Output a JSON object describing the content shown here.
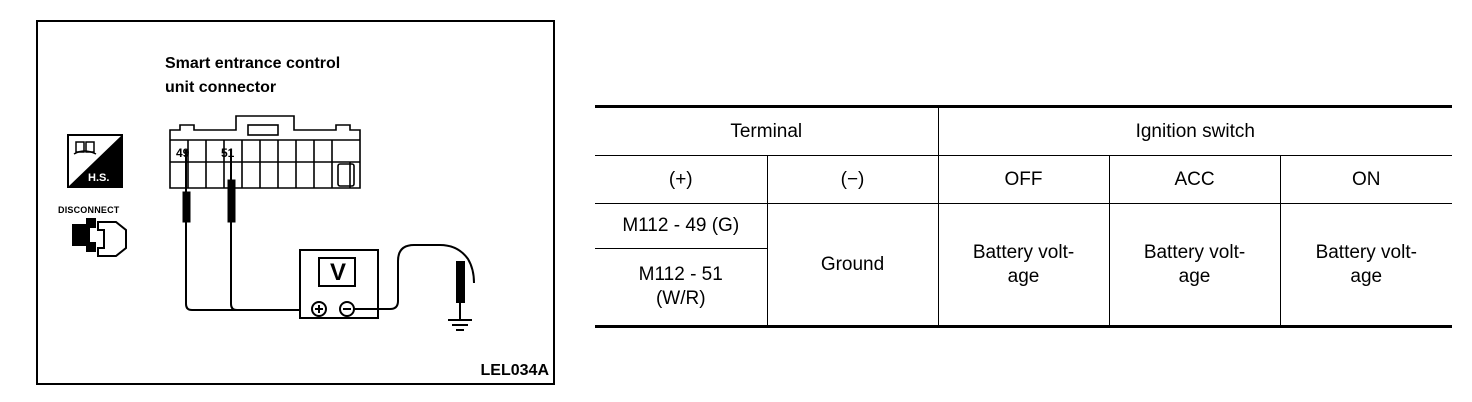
{
  "diagram": {
    "connector_title_line1": "Smart entrance control",
    "connector_title_line2": "unit connector",
    "pin_a": "49",
    "pin_b": "51",
    "voltmeter_label": "V",
    "hs_label": "H.S.",
    "disconnect_label": "DISCONNECT",
    "figure_code": "LEL034A"
  },
  "table": {
    "header_terminal": "Terminal",
    "header_ignition": "Ignition switch",
    "col_plus": "(+)",
    "col_minus": "(−)",
    "col_off": "OFF",
    "col_acc": "ACC",
    "col_on": "ON",
    "row1_plus": "M112 - 49 (G)",
    "row2_plus_line1": "M112 - 51",
    "row2_plus_line2": "(W/R)",
    "minus_value": "Ground",
    "value_line1": "Battery volt-",
    "value_line2": "age"
  }
}
